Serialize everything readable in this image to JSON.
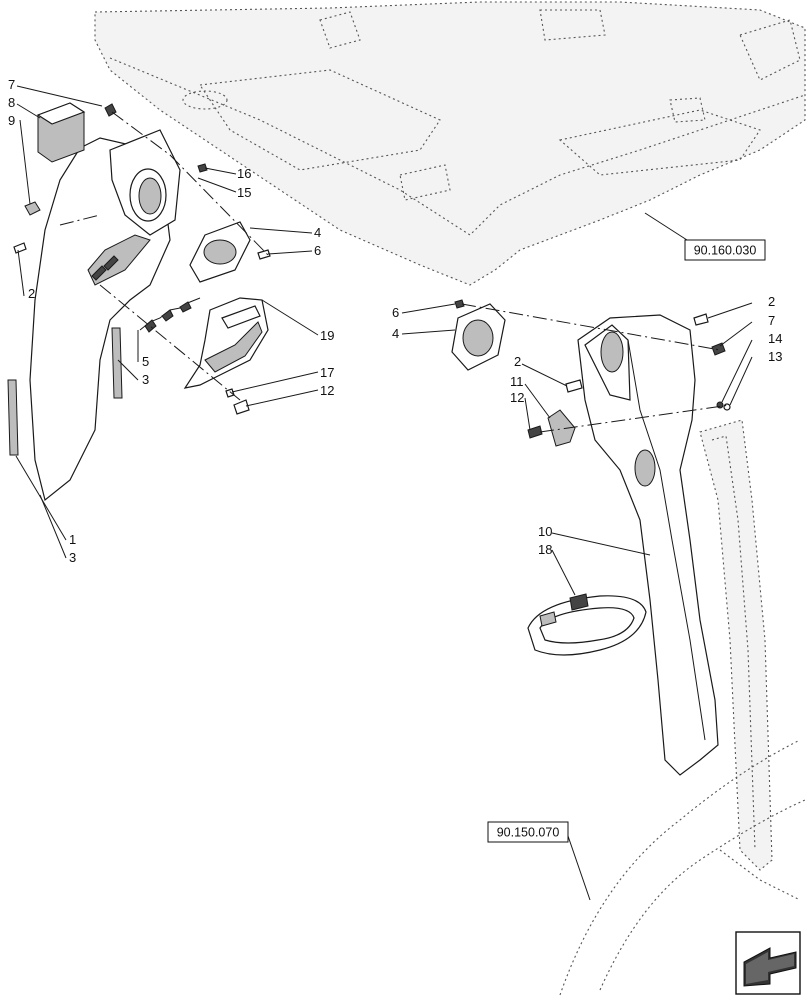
{
  "callouts": {
    "l7": "7",
    "l8": "8",
    "l9": "9",
    "l2a": "2",
    "l16": "16",
    "l15": "15",
    "l4a": "4",
    "l6a": "6",
    "l19": "19",
    "l5": "5",
    "l3a": "3",
    "l17": "17",
    "l12a": "12",
    "l1": "1",
    "l3b": "3",
    "r6": "6",
    "r4": "4",
    "r2a": "2",
    "r7": "7",
    "r14": "14",
    "r13": "13",
    "r2b": "2",
    "r11": "11",
    "r12": "12",
    "r10": "10",
    "r18": "18"
  },
  "references": {
    "roof": "90.160.030",
    "cab": "90.150.070"
  },
  "icons": {
    "nav": "next-page-arrow-icon"
  }
}
